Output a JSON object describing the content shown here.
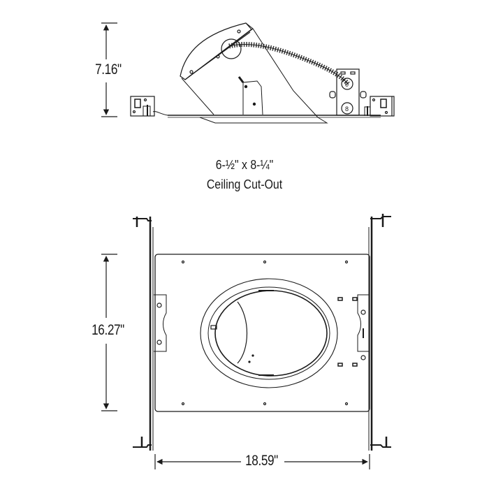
{
  "side_view": {
    "height_dimension": "7.16\""
  },
  "cutout": {
    "size": "6-½\" x 8-¼\"",
    "label": "Ceiling Cut-Out"
  },
  "top_view": {
    "height_dimension": "16.27\"",
    "width_dimension": "18.59\""
  },
  "colors": {
    "line": "#1a1a1a",
    "background": "#ffffff"
  }
}
